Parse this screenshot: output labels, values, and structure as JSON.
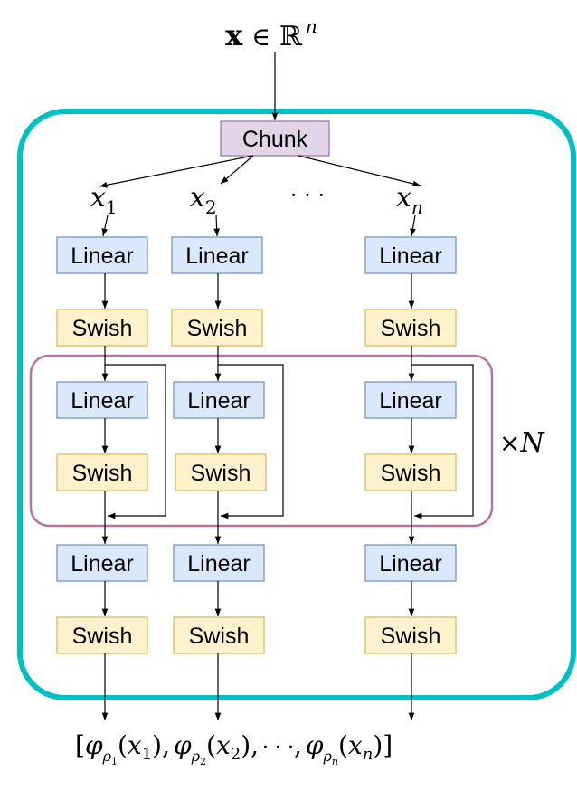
{
  "input": {
    "bold_var": "x",
    "in_symbol": "∈",
    "space": "ℝ",
    "exponent": "n"
  },
  "chunk_label": "Chunk",
  "columns": [
    {
      "var": "x",
      "sub": "1"
    },
    {
      "var": "x",
      "sub": "2"
    },
    {
      "var": "x",
      "sub": "n"
    }
  ],
  "ellipsis": "· · ·",
  "layers": {
    "linear_label": "Linear",
    "swish_label": "Swish"
  },
  "repeat": {
    "times": "×",
    "var": "N"
  },
  "output": {
    "open": "[",
    "items": [
      {
        "phi": "φ",
        "rho": "ρ",
        "rho_sub": "1",
        "arg_open": "(",
        "var": "x",
        "sub": "1",
        "arg_close": ")"
      },
      {
        "phi": "φ",
        "rho": "ρ",
        "rho_sub": "2",
        "arg_open": "(",
        "var": "x",
        "sub": "2",
        "arg_close": ")"
      },
      {
        "phi": "φ",
        "rho": "ρ",
        "rho_sub": "n",
        "arg_open": "(",
        "var": "x",
        "sub": "n",
        "arg_close": ")"
      }
    ],
    "sep": ",",
    "ellipsis": "· · ·",
    "close": "]"
  },
  "colors": {
    "outer_border": "#00C0C0",
    "repeat_border": "#B5739D",
    "chunk_fill": "#E1D5E7",
    "chunk_stroke": "#9673A6",
    "linear_fill": "#DAE8FC",
    "linear_stroke": "#6C8EBF",
    "swish_fill": "#FFF2CC",
    "swish_stroke": "#D6B656",
    "arrow": "#000000"
  }
}
